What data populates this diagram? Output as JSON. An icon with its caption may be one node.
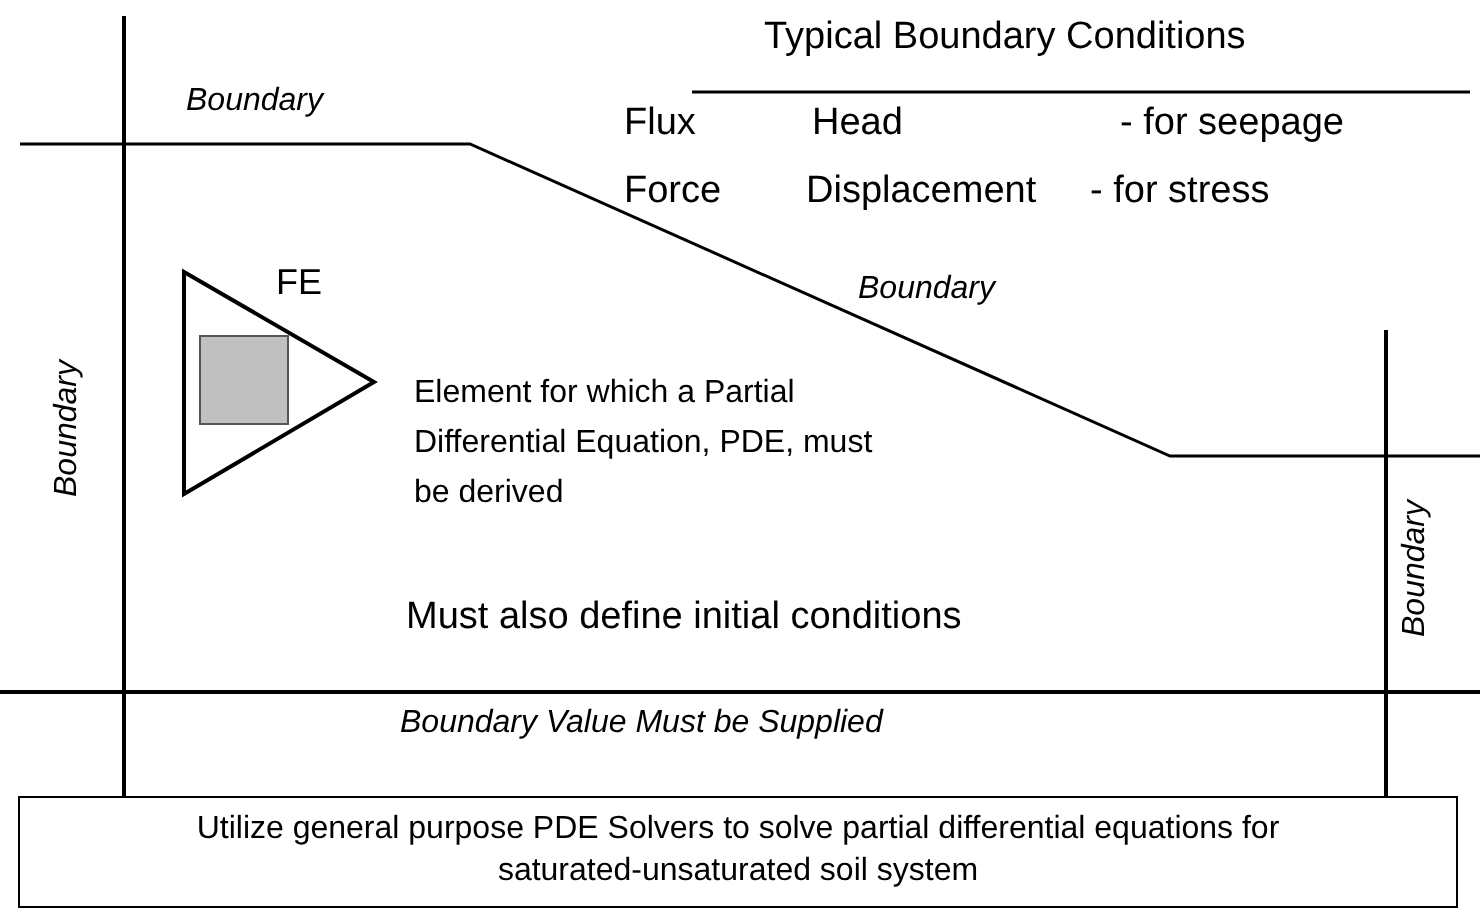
{
  "diagram": {
    "title": "Typical Boundary Conditions",
    "nodes": [
      {
        "text": [
          "FE"
        ]
      },
      {
        "text": [
          "Utilize general purpose PDE Solvers to solve partial differential equations for saturated-unsaturated soil system"
        ]
      }
    ],
    "labels": [
      "Boundary",
      "Flux",
      "Head",
      "- for seepage",
      "Force",
      "Displacement",
      "- for stress",
      "Boundary",
      "Boundary",
      "Element for which a Partial Differential Equation, PDE, must be derived",
      "Boundary",
      "Must also define initial conditions",
      "Boundary Value Must be Supplied"
    ]
  }
}
